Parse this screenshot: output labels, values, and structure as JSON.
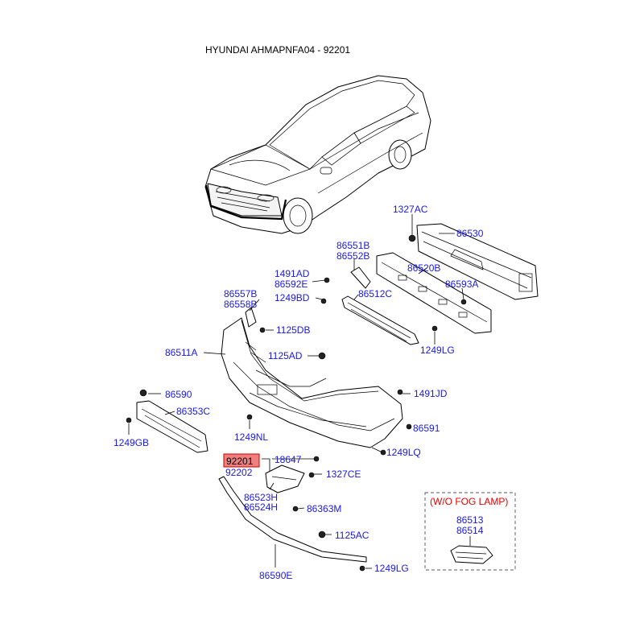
{
  "title": "HYUNDAI AHMAPNFA04 - 92201",
  "colors": {
    "label": "#1a1ae6",
    "highlight_fill": "#f08080",
    "highlight_border": "#cc0000",
    "note": "#e60000"
  },
  "callouts": {
    "c1327AC": "1327AC",
    "c86530": "86530",
    "c86551B": "86551B",
    "c86552B": "86552B",
    "c86520B": "86520B",
    "c1491AD": "1491AD",
    "c86592E": "86592E",
    "c86593A": "86593A",
    "c86512C": "86512C",
    "c86557B": "86557B",
    "c86558B": "86558B",
    "c1249BD": "1249BD",
    "c1125DB": "1125DB",
    "c1249LG_top": "1249LG",
    "c86511A": "86511A",
    "c1125AD": "1125AD",
    "c86590": "86590",
    "c1491JD": "1491JD",
    "c86353C": "86353C",
    "c86591": "86591",
    "c1249GB": "1249GB",
    "c1249NL": "1249NL",
    "c1249LQ": "1249LQ",
    "c92201": "92201",
    "c18647": "18647",
    "c92202": "92202",
    "c1327CE": "1327CE",
    "c86523H": "86523H",
    "c86524H": "86524H",
    "c86363M": "86363M",
    "c1125AC": "1125AC",
    "c86590E": "86590E",
    "c1249LG_bottom": "1249LG"
  },
  "note_box": {
    "title": "(W/O FOG LAMP)",
    "parts": [
      "86513",
      "86514"
    ]
  }
}
